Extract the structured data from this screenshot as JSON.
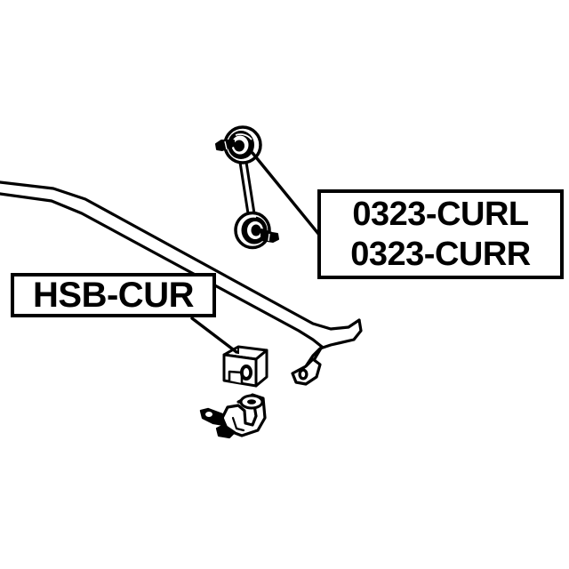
{
  "diagram": {
    "title": "Stabilizer bar assembly parts diagram",
    "background_color": "#ffffff",
    "line_color": "#000000",
    "labels": {
      "bushing": {
        "part_number": "HSB-CUR",
        "describes": "stabilizer bar rubber bushing and mounting bracket"
      },
      "link": {
        "part_number_left": "0323-CURL",
        "part_number_right": "0323-CURR",
        "describes": "stabilizer sway bar link, left and right"
      }
    },
    "components": [
      {
        "name": "stabilizer-bar",
        "description": "anti-roll bar running diagonally with bent eye end"
      },
      {
        "name": "sway-bar-link",
        "description": "link rod with ball joint at each end"
      },
      {
        "name": "rubber-bushing",
        "description": "block bushing with through hole"
      },
      {
        "name": "bracket-clamp",
        "description": "u-shaped mounting bracket"
      }
    ]
  }
}
